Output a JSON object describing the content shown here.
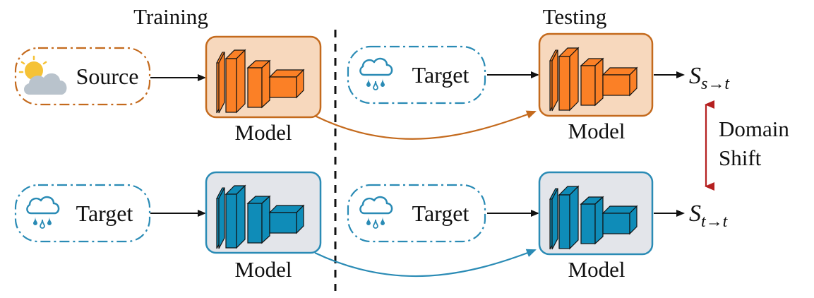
{
  "headers": {
    "training": "Training",
    "testing": "Testing"
  },
  "pills": {
    "train_top": "Source",
    "train_bottom": "Target",
    "test_top": "Target",
    "test_bottom": "Target"
  },
  "models": {
    "train_top": "Model",
    "train_bottom": "Model",
    "test_top": "Model",
    "test_bottom": "Model"
  },
  "outputs": {
    "top_base": "S",
    "top_sub": "s→t",
    "bottom_base": "S",
    "bottom_sub": "t→t"
  },
  "domain_shift": {
    "line1": "Domain",
    "line2": "Shift"
  },
  "icons": {
    "source": "sun-cloud-icon",
    "target": "rain-cloud-icon",
    "model": "cnn-layers-icon"
  },
  "colors": {
    "orange_fill": "#f7d8bd",
    "orange_border": "#c46a1d",
    "orange_block": "#fb8026",
    "blue_fill": "#e3e5ea",
    "blue_border": "#2a8bb5",
    "blue_block": "#0f8cb8",
    "shift_arrow": "#b52020"
  }
}
